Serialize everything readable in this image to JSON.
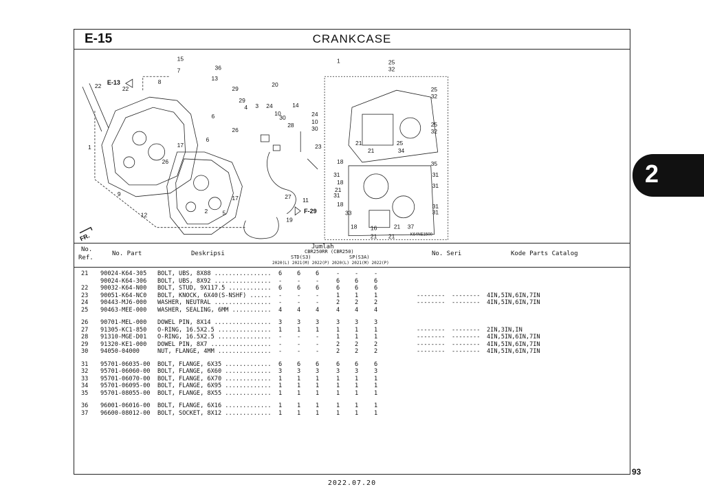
{
  "header": {
    "code": "E-15",
    "title": "CRANKCASE"
  },
  "diagram": {
    "left_refs": [
      "15",
      "7",
      "36",
      "13",
      "8",
      "22",
      "22",
      "1",
      "6",
      "26",
      "26",
      "17",
      "9",
      "12",
      "2",
      "5",
      "17",
      "29",
      "29",
      "4",
      "3",
      "24",
      "20",
      "10",
      "14",
      "24",
      "10",
      "30",
      "28",
      "30",
      "23",
      "27",
      "11",
      "19",
      "6"
    ],
    "right_refs": [
      "1",
      "25",
      "32",
      "25",
      "32",
      "25",
      "32",
      "21",
      "25",
      "18",
      "21",
      "34",
      "35",
      "18",
      "31",
      "31",
      "21",
      "31",
      "31",
      "18",
      "31",
      "33",
      "31",
      "18",
      "16",
      "21",
      "37",
      "21",
      "21"
    ],
    "callouts": {
      "e13": "E-13",
      "f29": "F-29",
      "fr": "FR.",
      "code": "K64NE1500"
    }
  },
  "table": {
    "col_no_ref_1": "No.",
    "col_no_ref_2": "Ref.",
    "col_part": "No. Part",
    "col_desc": "Deskripsi",
    "col_qty": "Jumlah",
    "model": "CBR250RR (CBR250)",
    "std": "STD(S3)",
    "sp": "SP(S3A)",
    "years": [
      "2020(L)",
      "2021(M)",
      "2022(P)",
      "2020(L)",
      "2021(M)",
      "2022(P)"
    ],
    "col_serial": "No. Seri",
    "col_catalog": "Kode Parts Catalog",
    "rows": [
      {
        "ref": "21",
        "part": "90024-K64-305",
        "desc": "BOLT, UBS, 8X88 ................",
        "q": [
          "6",
          "6",
          "6",
          "-",
          "-",
          "-"
        ],
        "s1": "",
        "s2": "",
        "cat": ""
      },
      {
        "ref": "",
        "part": "90024-K64-306",
        "desc": "BOLT, UBS, 8X92 ................",
        "q": [
          "-",
          "-",
          "-",
          "6",
          "6",
          "6"
        ],
        "s1": "",
        "s2": "",
        "cat": ""
      },
      {
        "ref": "22",
        "part": "90032-K64-N00",
        "desc": "BOLT, STUD, 9X117.5 ............",
        "q": [
          "6",
          "6",
          "6",
          "6",
          "6",
          "6"
        ],
        "s1": "",
        "s2": "",
        "cat": ""
      },
      {
        "ref": "23",
        "part": "90051-K64-NC0",
        "desc": "BOLT, KNOCK, 6X40(S-NSHF) ......",
        "q": [
          "-",
          "-",
          "-",
          "1",
          "1",
          "1"
        ],
        "s1": "--------",
        "s2": "--------",
        "cat": "4IN,5IN,6IN,7IN"
      },
      {
        "ref": "24",
        "part": "90443-MJ6-000",
        "desc": "WASHER, NEUTRAL ................",
        "q": [
          "-",
          "-",
          "-",
          "2",
          "2",
          "2"
        ],
        "s1": "--------",
        "s2": "--------",
        "cat": "4IN,5IN,6IN,7IN"
      },
      {
        "ref": "25",
        "part": "90463-MEE-000",
        "desc": "WASHER, SEALING, 6MM ...........",
        "q": [
          "4",
          "4",
          "4",
          "4",
          "4",
          "4"
        ],
        "s1": "",
        "s2": "",
        "cat": ""
      },
      {
        "ref": "26",
        "part": "90701-MEL-000",
        "desc": "DOWEL PIN, 8X14 ................",
        "q": [
          "3",
          "3",
          "3",
          "3",
          "3",
          "3"
        ],
        "s1": "",
        "s2": "",
        "cat": ""
      },
      {
        "ref": "27",
        "part": "91305-KC1-850",
        "desc": "O-RING, 16.5X2.5 ...............",
        "q": [
          "1",
          "1",
          "1",
          "1",
          "1",
          "1"
        ],
        "s1": "--------",
        "s2": "--------",
        "cat": "2IN,3IN,IN"
      },
      {
        "ref": "28",
        "part": "91310-MGE-D01",
        "desc": "O-RING, 16.5X2.5 ...............",
        "q": [
          "-",
          "-",
          "-",
          "1",
          "1",
          "1"
        ],
        "s1": "--------",
        "s2": "--------",
        "cat": "4IN,5IN,6IN,7IN"
      },
      {
        "ref": "29",
        "part": "91320-KE1-000",
        "desc": "DOWEL PIN, 8X7 .................",
        "q": [
          "-",
          "-",
          "-",
          "2",
          "2",
          "2"
        ],
        "s1": "--------",
        "s2": "--------",
        "cat": "4IN,5IN,6IN,7IN"
      },
      {
        "ref": "30",
        "part": "94050-04000",
        "desc": "NUT, FLANGE, 4MM ...............",
        "q": [
          "-",
          "-",
          "-",
          "2",
          "2",
          "2"
        ],
        "s1": "--------",
        "s2": "--------",
        "cat": "4IN,5IN,6IN,7IN"
      },
      {
        "ref": "31",
        "part": "95701-06035-00",
        "desc": "BOLT, FLANGE, 6X35 .............",
        "q": [
          "6",
          "6",
          "6",
          "6",
          "6",
          "6"
        ],
        "s1": "",
        "s2": "",
        "cat": ""
      },
      {
        "ref": "32",
        "part": "95701-06060-00",
        "desc": "BOLT, FLANGE, 6X60 .............",
        "q": [
          "3",
          "3",
          "3",
          "3",
          "3",
          "3"
        ],
        "s1": "",
        "s2": "",
        "cat": ""
      },
      {
        "ref": "33",
        "part": "95701-06070-00",
        "desc": "BOLT, FLANGE, 6X70 .............",
        "q": [
          "1",
          "1",
          "1",
          "1",
          "1",
          "1"
        ],
        "s1": "",
        "s2": "",
        "cat": ""
      },
      {
        "ref": "34",
        "part": "95701-06095-00",
        "desc": "BOLT, FLANGE, 6X95 .............",
        "q": [
          "1",
          "1",
          "1",
          "1",
          "1",
          "1"
        ],
        "s1": "",
        "s2": "",
        "cat": ""
      },
      {
        "ref": "35",
        "part": "95701-08055-00",
        "desc": "BOLT, FLANGE, 8X55 .............",
        "q": [
          "1",
          "1",
          "1",
          "1",
          "1",
          "1"
        ],
        "s1": "",
        "s2": "",
        "cat": ""
      },
      {
        "ref": "36",
        "part": "96001-06016-00",
        "desc": "BOLT, FLANGE, 6X16 .............",
        "q": [
          "1",
          "1",
          "1",
          "1",
          "1",
          "1"
        ],
        "s1": "",
        "s2": "",
        "cat": ""
      },
      {
        "ref": "37",
        "part": "96600-08012-00",
        "desc": "BOLT, SOCKET, 8X12 .............",
        "q": [
          "1",
          "1",
          "1",
          "1",
          "1",
          "1"
        ],
        "s1": "",
        "s2": "",
        "cat": ""
      }
    ]
  },
  "tab": {
    "label": "2"
  },
  "page_number": "93",
  "date": "2022.07.20"
}
